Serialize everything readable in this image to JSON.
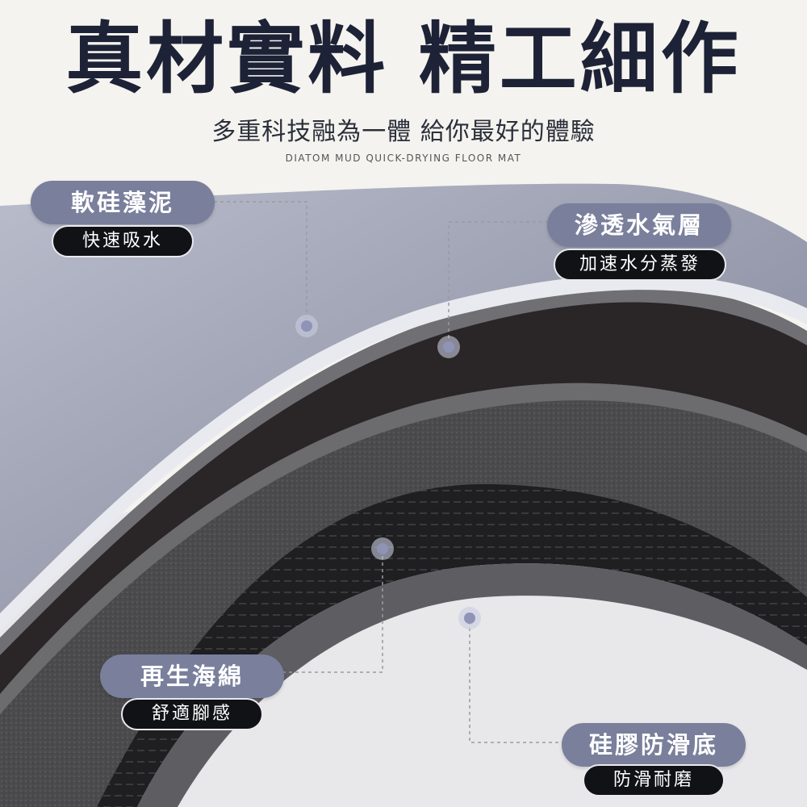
{
  "headline": "真材實料 精工細作",
  "subheadline": "多重科技融為一體 給你最好的體驗",
  "tagline": "DIATOM MUD QUICK-DRYING FLOOR MAT",
  "callouts": [
    {
      "title": "軟硅藻泥",
      "desc": "快速吸水"
    },
    {
      "title": "滲透水氣層",
      "desc": "加速水分蒸發"
    },
    {
      "title": "再生海綿",
      "desc": "舒適腳感"
    },
    {
      "title": "硅膠防滑底",
      "desc": "防滑耐磨"
    }
  ],
  "colors": {
    "background": "#f4f3ef",
    "headline": "#1d2236",
    "pill_main": "#7a7f9c",
    "pill_sub": "#111216",
    "top_layer": "#a9adbd",
    "water_layer": "#2a2526",
    "sponge_layer": "#4a4a4c",
    "silicone_layer": "#232325"
  }
}
